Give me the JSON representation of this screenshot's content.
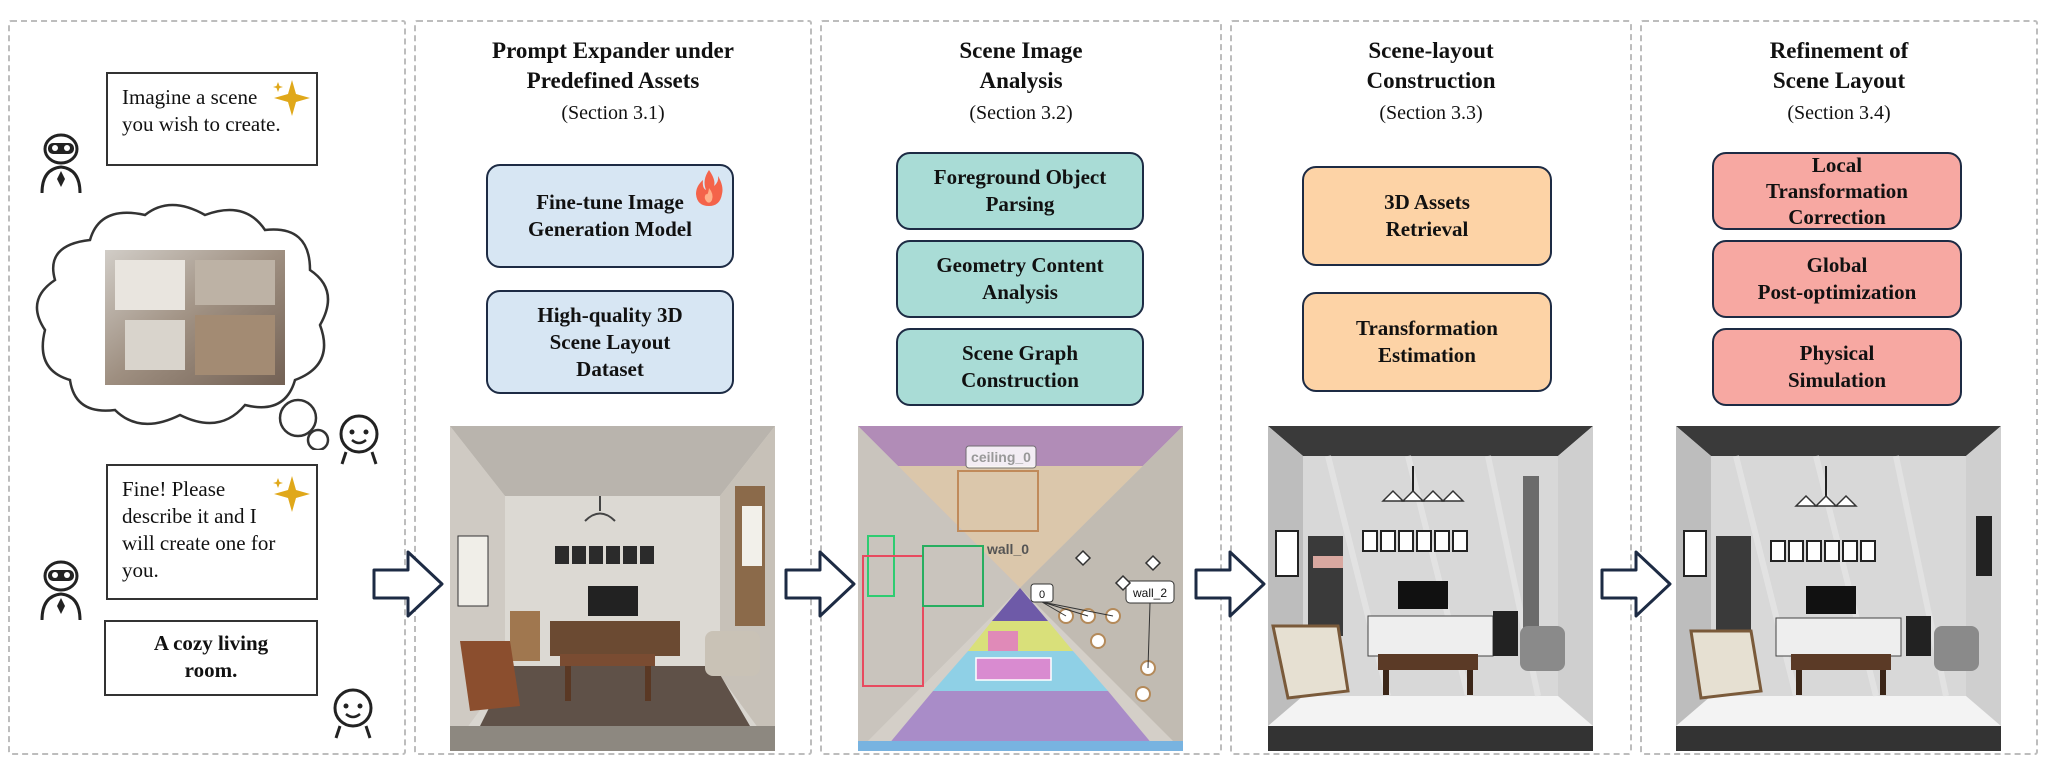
{
  "chat": {
    "bubble1": [
      "Imagine a scene",
      "you wish to create."
    ],
    "bubble2": [
      "Fine! Please",
      "describe it and I",
      "will create one for",
      "you."
    ],
    "bubble3": [
      "A cozy living",
      "room."
    ]
  },
  "panels": [
    {
      "title": [
        "Prompt Expander under",
        "Predefined Assets"
      ],
      "section": "(Section 3.1)",
      "boxes": [
        {
          "lines": [
            "Fine-tune Image",
            "Generation Model"
          ]
        },
        {
          "lines": [
            "High-quality 3D",
            "Scene Layout",
            "Dataset"
          ]
        }
      ]
    },
    {
      "title": [
        "Scene Image",
        "Analysis"
      ],
      "section": "(Section 3.2)",
      "boxes": [
        {
          "lines": [
            "Foreground Object",
            "Parsing"
          ]
        },
        {
          "lines": [
            "Geometry Content",
            "Analysis"
          ]
        },
        {
          "lines": [
            "Scene Graph",
            "Construction"
          ]
        }
      ]
    },
    {
      "title": [
        "Scene-layout",
        "Construction"
      ],
      "section": "(Section 3.3)",
      "boxes": [
        {
          "lines": [
            "3D Assets",
            "Retrieval"
          ]
        },
        {
          "lines": [
            "Transformation",
            "Estimation"
          ]
        }
      ]
    },
    {
      "title": [
        "Refinement of",
        "Scene Layout"
      ],
      "section": "(Section 3.4)",
      "boxes": [
        {
          "lines": [
            "Local",
            "Transformation",
            "Correction"
          ]
        },
        {
          "lines": [
            "Global",
            "Post-optimization"
          ]
        },
        {
          "lines": [
            "Physical",
            "Simulation"
          ]
        }
      ]
    }
  ],
  "analysis_labels": {
    "ceiling": "ceiling_0",
    "wall": "wall_2",
    "wall_center": "wall_0",
    "node": "0"
  },
  "colors": {
    "blue_box": "#d7e6f3",
    "teal_box": "#a9dcd6",
    "orange_box": "#fdd3a6",
    "red_box": "#f7a8a2",
    "box_border": "#1d2b44",
    "arrow": "#1d2b44"
  }
}
